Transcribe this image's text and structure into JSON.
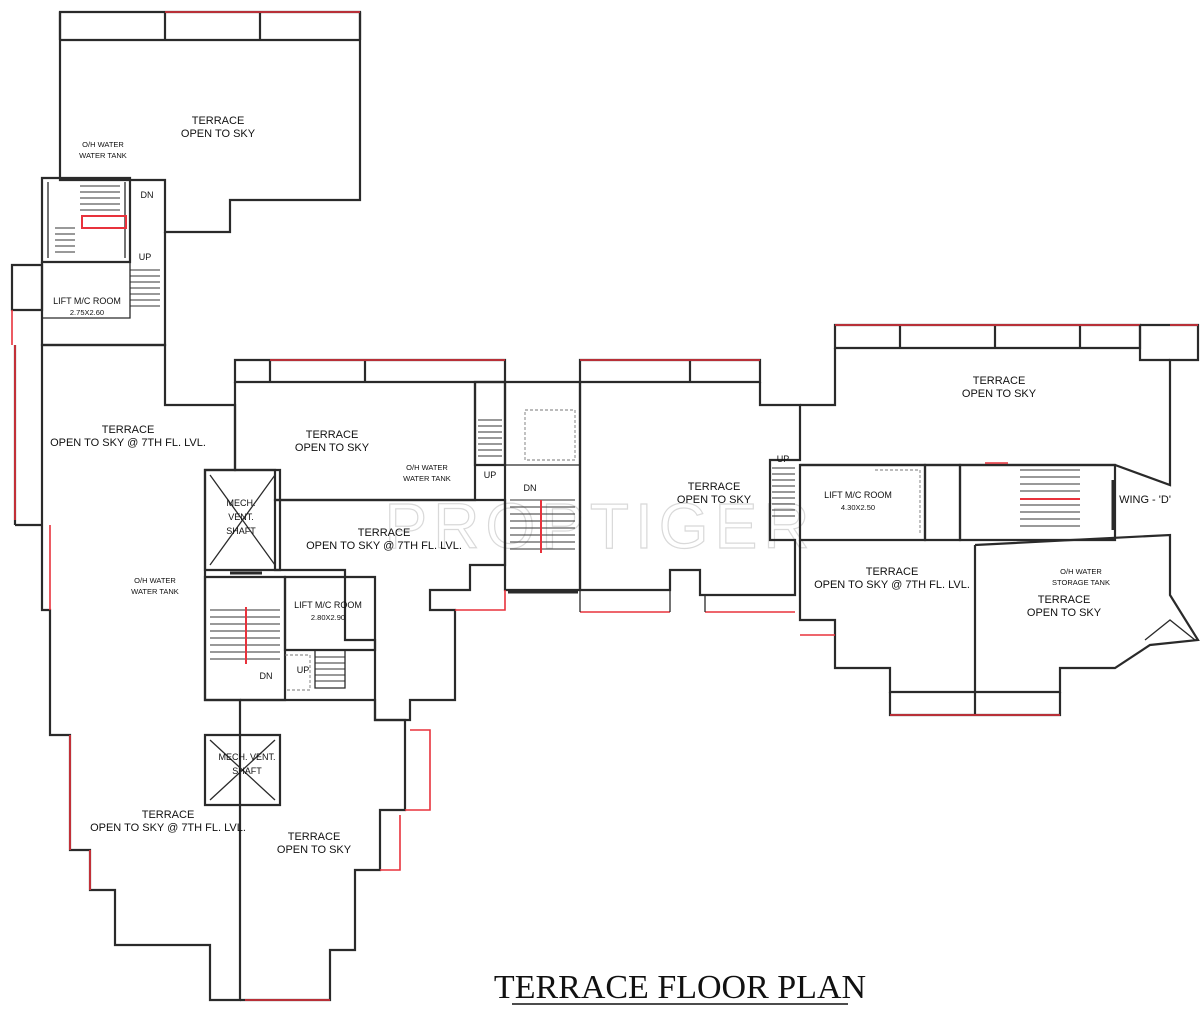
{
  "title": "TERRACE FLOOR PLAN",
  "watermark": "PROPTIGER",
  "colors": {
    "wall": "#2a2a2a",
    "window_edge": "#e8323c"
  },
  "labels": {
    "terrace_open_sky": [
      "TERRACE",
      "OPEN TO SKY"
    ],
    "terrace_7th": [
      "TERRACE",
      "OPEN TO SKY @ 7TH FL. LVL."
    ],
    "oh_water_tank": [
      "O/H WATER",
      "WATER TANK"
    ],
    "oh_storage_tank": [
      "O/H WATER",
      "STORAGE TANK"
    ],
    "lift_room_1": "LIFT M/C ROOM",
    "lift_room_1_size": "2.75X2.60",
    "lift_room_2": "LIFT M/C ROOM",
    "lift_room_2_size": "2.80X2.90",
    "lift_room_3": "LIFT M/C ROOM",
    "lift_room_3_size": "4.30X2.50",
    "mech_vent_shaft_1": [
      "MECH.",
      "VENT.",
      "SHAFT"
    ],
    "mech_vent_shaft_2": [
      "MECH. VENT.",
      "SHAFT"
    ],
    "wing": "WING - 'D'",
    "up": "UP",
    "dn": "DN"
  }
}
